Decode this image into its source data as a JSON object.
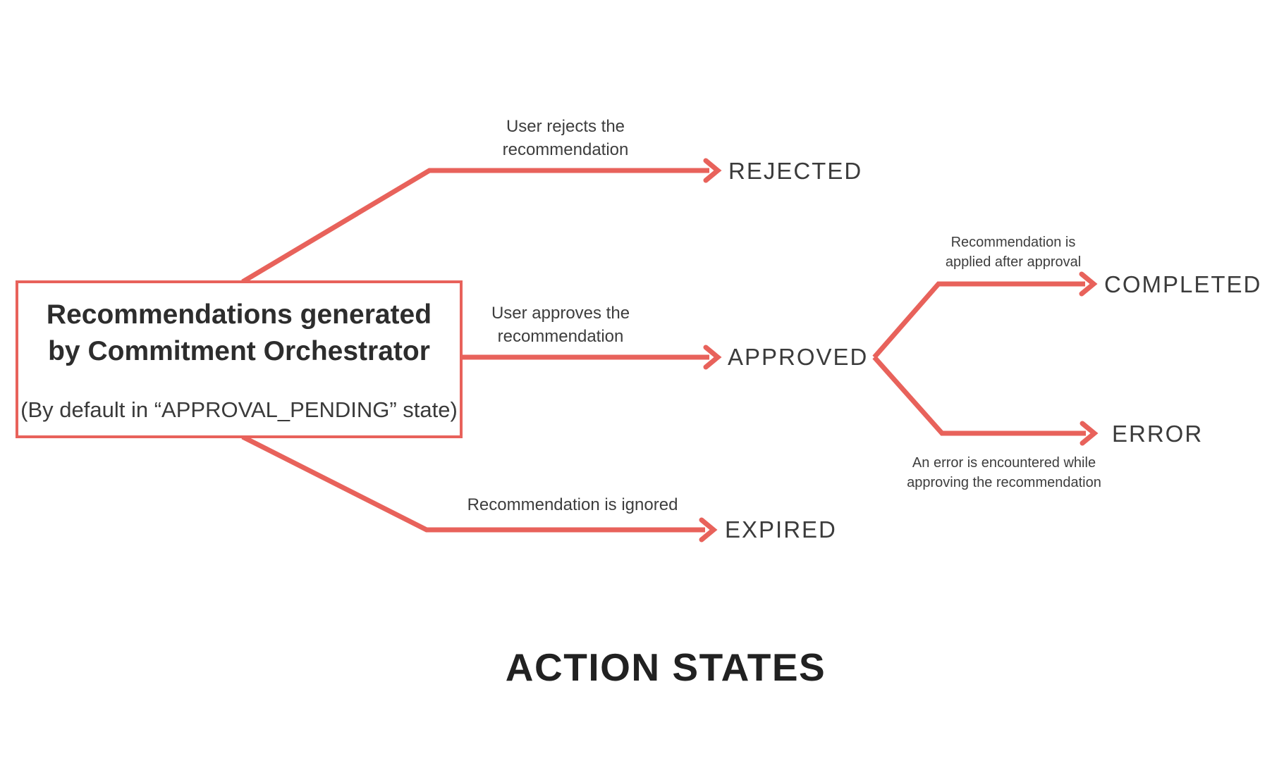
{
  "colors": {
    "accent": "#E8625B",
    "heading_text": "#2D2D2D",
    "label_text": "#3D3D3D",
    "footer_text": "#212121",
    "background": "#FFFFFF"
  },
  "source_box": {
    "title": "Recommendations generated\nby Commitment Orchestrator",
    "subtitle": "(By default in “APPROVAL_PENDING” state)"
  },
  "states": {
    "rejected": "REJECTED",
    "approved": "APPROVED",
    "expired": "EXPIRED",
    "completed": "COMPLETED",
    "error": "ERROR"
  },
  "edges": {
    "rejected": {
      "label": "User rejects the\nrecommendation"
    },
    "approved": {
      "label": "User approves the\nrecommendation"
    },
    "expired": {
      "label": "Recommendation is ignored"
    },
    "completed": {
      "label": "Recommendation is\napplied after approval"
    },
    "error": {
      "label": "An error is encountered while\napproving the recommendation"
    }
  },
  "footer": {
    "title": "ACTION STATES"
  }
}
